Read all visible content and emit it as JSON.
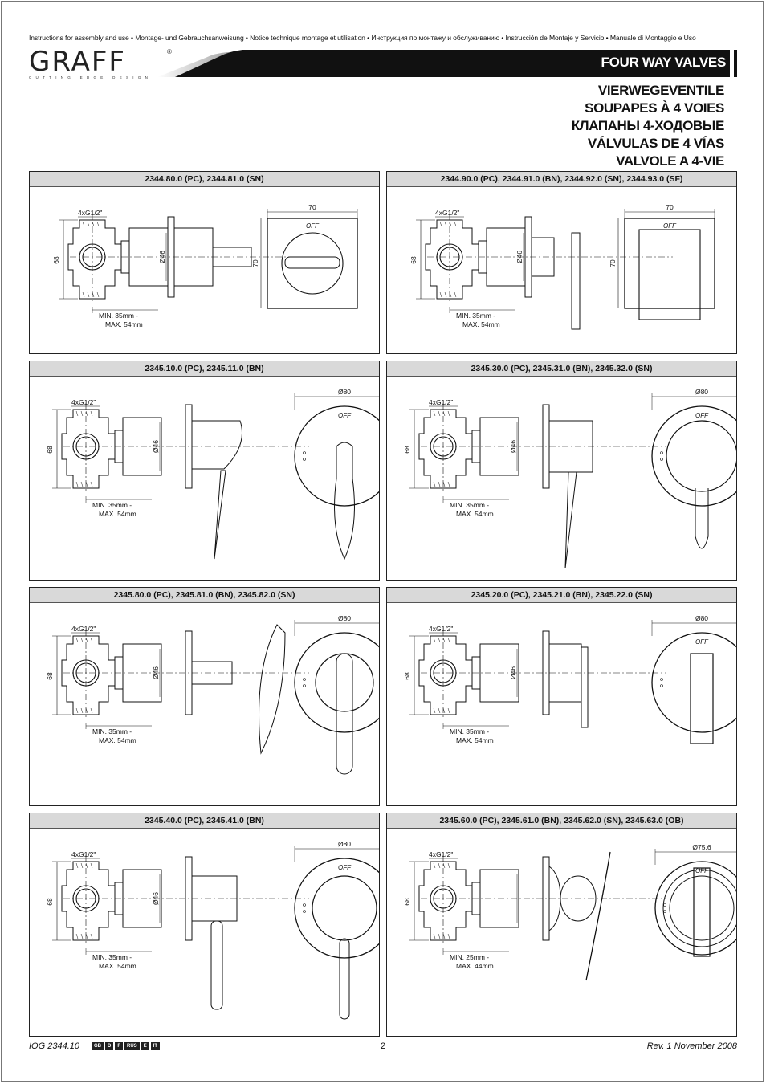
{
  "header": {
    "instructions": "Instructions for assembly and use • Montage- und Gebrauchsanweisung • Notice technique montage et utilisation • Инструкция по монтажу и обслуживанию • Instrucción de Montaje y Servicio • Manuale di Montaggio e Uso",
    "logo_word": "GRAFF",
    "logo_registered": "®",
    "logo_tagline": "CUTTING EDGE DESIGN",
    "banner_title": "FOUR WAY VALVES",
    "subtitles": [
      "VIERWEGEVENTILE",
      "SOUPAPES À 4 VOIES",
      "КЛАПАНЫ 4-ХОДОВЫЕ",
      "VÁLVULAS DE 4 VÍAS",
      "VALVOLE A 4-VIE"
    ]
  },
  "panels": [
    {
      "title": "2344.80.0 (PC), 2344.81.0 (SN)",
      "variant": "square-knob",
      "thread": "4xG1/2\"",
      "height": "68",
      "diam": "Ø46",
      "overall": "70",
      "plate_h": "70",
      "plate_label": "OFF",
      "min": "MIN. 35mm -",
      "max": "MAX. 54mm"
    },
    {
      "title": "2344.90.0 (PC), 2344.91.0 (BN), 2344.92.0 (SN), 2344.93.0 (SF)",
      "variant": "square-lever",
      "thread": "4xG1/2\"",
      "height": "68",
      "diam": "Ø46",
      "overall": "70",
      "plate_h": "70",
      "plate_label": "OFF",
      "min": "MIN. 35mm -",
      "max": "MAX. 54mm"
    },
    {
      "title": "2345.10.0 (PC), 2345.11.0 (BN)",
      "variant": "round-tear",
      "thread": "4xG1/2\"",
      "height": "68",
      "diam": "Ø46",
      "overall": "Ø80",
      "plate_label": "OFF",
      "min": "MIN. 35mm -",
      "max": "MAX. 54mm"
    },
    {
      "title": "2345.30.0 (PC), 2345.31.0 (BN), 2345.32.0 (SN)",
      "variant": "round-tube",
      "thread": "4xG1/2\"",
      "height": "68",
      "diam": "Ø46",
      "overall": "Ø80",
      "plate_label": "OFF",
      "min": "MIN. 35mm -",
      "max": "MAX. 54mm"
    },
    {
      "title": "2345.80.0 (PC), 2345.81.0 (BN), 2345.82.0 (SN)",
      "variant": "round-curve",
      "thread": "4xG1/2\"",
      "height": "68",
      "diam": "Ø46",
      "overall": "Ø80",
      "plate_label": "",
      "min": "MIN. 35mm -",
      "max": "MAX. 54mm"
    },
    {
      "title": "2345.20.0 (PC), 2345.21.0 (BN), 2345.22.0 (SN)",
      "variant": "round-flat",
      "thread": "4xG1/2\"",
      "height": "68",
      "diam": "Ø46",
      "overall": "Ø80",
      "plate_label": "OFF",
      "min": "MIN. 35mm -",
      "max": "MAX. 54mm"
    },
    {
      "title": "2345.40.0 (PC), 2345.41.0 (BN)",
      "variant": "round-stick",
      "thread": "4xG1/2\"",
      "height": "68",
      "diam": "Ø46",
      "overall": "Ø80",
      "plate_label": "OFF",
      "min": "MIN. 35mm -",
      "max": "MAX. 54mm"
    },
    {
      "title": "2345.60.0 (PC), 2345.61.0 (BN), 2345.62.0 (SN), 2345.63.0 (OB)",
      "variant": "round-classic",
      "thread": "4xG1/2\"",
      "height": "68",
      "diam": "",
      "overall": "Ø75.6",
      "plate_label": "OFF",
      "min": "MIN. 25mm -",
      "max": "MAX. 44mm"
    }
  ],
  "footer": {
    "doc_code": "IOG 2344.10",
    "languages": [
      "GB",
      "D",
      "F",
      "RUS",
      "E",
      "IT"
    ],
    "page": "2",
    "revision": "Rev. 1 November 2008"
  }
}
